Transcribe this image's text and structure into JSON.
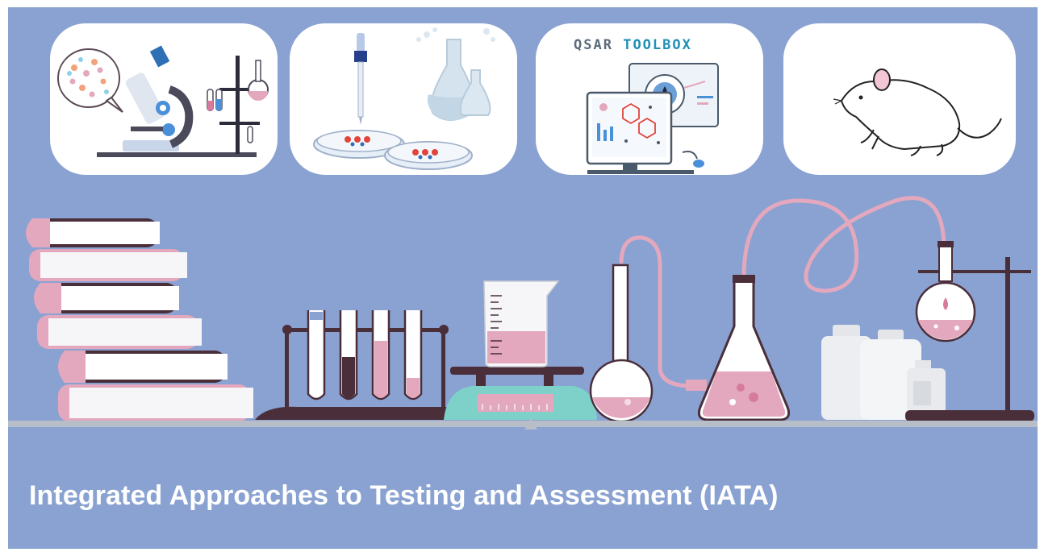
{
  "banner": {
    "title": "Integrated Approaches to Testing and Assessment (IATA)",
    "background_color": "#8aa2d1",
    "accent_pink": "#e3a8be",
    "accent_dark": "#4a2e3a",
    "accent_teal": "#7ed1c8"
  },
  "cards": [
    {
      "icon": "microscope-lab-icon"
    },
    {
      "icon": "petri-dish-dropper-icon"
    },
    {
      "icon": "qsar-toolbox-computer-icon",
      "label_part1": "QSAR",
      "label_part2": "TOOLBOX"
    },
    {
      "icon": "mouse-icon"
    }
  ],
  "scene": {
    "items": [
      "book-stack-icon",
      "test-tube-rack-icon",
      "beaker-scale-icon",
      "round-flask-icon",
      "erlenmeyer-flask-icon",
      "reagent-bottles-icon",
      "ring-stand-flask-icon"
    ]
  }
}
